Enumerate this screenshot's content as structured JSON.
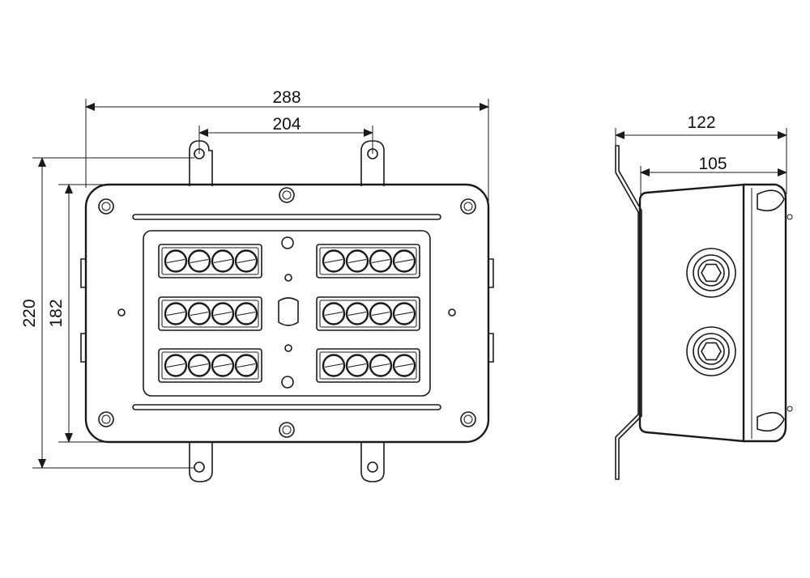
{
  "front_view": {
    "dimensions": {
      "overall_width": "288",
      "hole_spacing": "204",
      "overall_height": "220",
      "body_height": "182"
    },
    "terminal_blocks": {
      "rows": 3,
      "per_side": 2,
      "circles_per_block": 4
    }
  },
  "side_view": {
    "dimensions": {
      "overall_depth": "122",
      "body_depth": "105"
    },
    "cable_glands": 2
  },
  "colors": {
    "line": "#1a1a1a",
    "background": "#ffffff"
  }
}
